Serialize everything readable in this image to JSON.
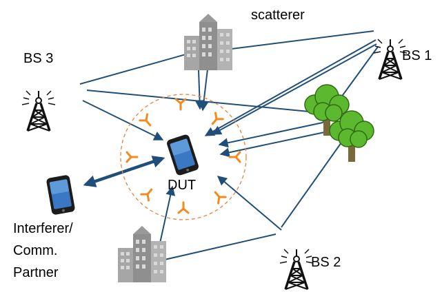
{
  "labels": {
    "scatterer": "scatterer",
    "bs1": "BS 1",
    "bs2": "BS 2",
    "bs3": "BS 3",
    "dut": "DUT",
    "interferer": [
      "Interferer/",
      "Comm.",
      "Partner"
    ]
  },
  "colors": {
    "link_line": "#1f4e79",
    "probe": "#f28a1e",
    "probe_ring": "#e8823a",
    "tower": "#111111",
    "building": "#a6a6a6",
    "tree": "#5cb82e",
    "tree_trunk": "#7a6a3a",
    "phone": "#1c1c1c"
  },
  "icons": {
    "towers": [
      "tower-icon",
      "tower-icon",
      "tower-icon"
    ],
    "buildings": [
      "building-icon",
      "building-icon"
    ],
    "trees": [
      "tree-icon"
    ],
    "phones": [
      "phone-icon",
      "phone-icon"
    ],
    "probes": [
      "antenna-probe-icon"
    ]
  }
}
